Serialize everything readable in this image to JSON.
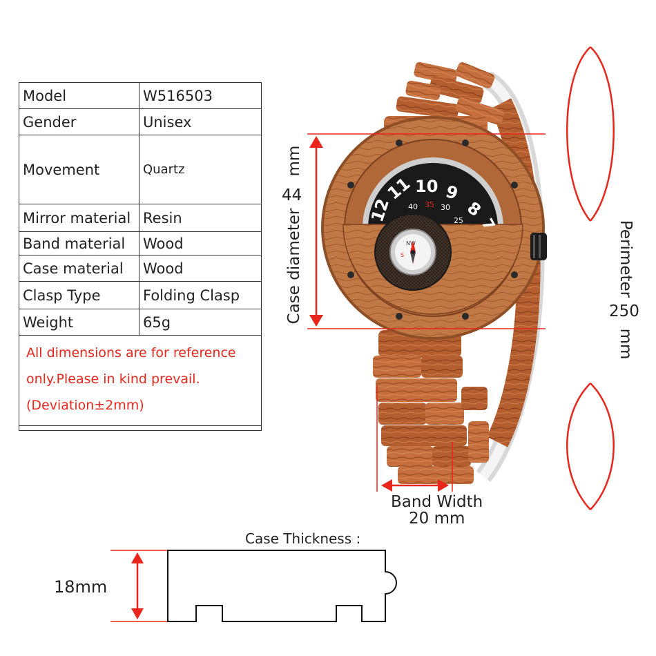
{
  "specs": [
    {
      "label": "Model",
      "value": "W516503"
    },
    {
      "label": "Gender",
      "value": "Unisex"
    },
    {
      "label": "Movement",
      "value": "Quartz"
    },
    {
      "label": "Mirror material",
      "value": "Resin"
    },
    {
      "label": "Band material",
      "value": "Wood"
    },
    {
      "label": "Case material",
      "value": "Wood"
    },
    {
      "label": "Clasp Type",
      "value": "Folding Clasp"
    },
    {
      "label": "Weight",
      "value": "65g"
    }
  ],
  "note": {
    "line1": "All dimensions are for reference",
    "line2": "only.Please in kind prevail.",
    "line3": "(Deviation±2mm)"
  },
  "dimensions": {
    "case_diameter_label": "Case diameter",
    "case_diameter_unit": "mm",
    "case_diameter_value": "44",
    "perimeter_label": "Perimeter",
    "perimeter_value": "250",
    "perimeter_unit": "mm",
    "band_width_label": "Band Width",
    "band_width_value": "20 mm",
    "case_thickness_label": "Case Thickness :",
    "case_thickness_value": "18mm"
  },
  "dial": {
    "hours": [
      "12",
      "11",
      "10",
      "9",
      "8",
      "7"
    ],
    "minutes": [
      "40",
      "35",
      "30",
      "25"
    ],
    "compass": [
      "NW",
      "S"
    ]
  },
  "colors": {
    "accent_red": "#e8261b",
    "wood": "#c06a3a",
    "wood_dark": "#8e4420",
    "dial_black": "#1a1a1a"
  }
}
